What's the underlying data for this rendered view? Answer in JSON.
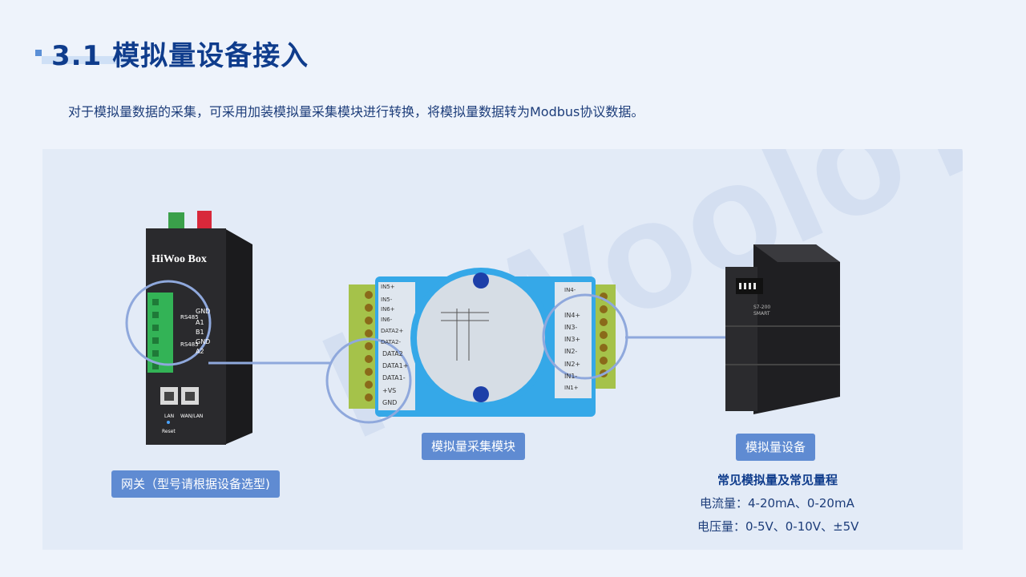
{
  "header": {
    "title": "3.1 模拟量设备接入",
    "subtitle": "对于模拟量数据的采集，可采用加装模拟量采集模块进行转换，将模拟量数据转为Modbus协议数据。"
  },
  "watermark": "HiWooIoT",
  "gateway": {
    "brand": "HiWoo Box",
    "label": "网关（型号请根据设备选型)",
    "port_labels": [
      "GND",
      "A1",
      "B1",
      "GND",
      "A2"
    ],
    "rs_labels": [
      "RS485",
      "RS485"
    ],
    "lan": "LAN",
    "wan": "WAN/LAN",
    "reset": "Reset"
  },
  "module": {
    "label": "模拟量采集模块",
    "left_terminals": [
      "IN5+",
      "IN5-",
      "IN6+",
      "IN6-",
      "DATA2+",
      "DATA2-",
      "DATA2",
      "DATA1+",
      "DATA1-",
      "+VS",
      "GND"
    ],
    "right_terminals": [
      "IN4-",
      "IN4+",
      "IN3-",
      "IN3+",
      "IN2-",
      "IN2+",
      "IN1-",
      "IN1+"
    ]
  },
  "device": {
    "label": "模拟量设备",
    "model": "S7-200 SMART"
  },
  "info": {
    "title": "常见模拟量及常见量程",
    "current": "电流量：4-20mA、0-20mA",
    "voltage": "电压量：0-5V、0-10V、±5V"
  },
  "colors": {
    "title": "#0f3c8c",
    "pill": "#5f8bd2",
    "panel": "#e3ebf7",
    "module_blue": "#35a8e8",
    "terminal_green": "#a5c24a"
  }
}
